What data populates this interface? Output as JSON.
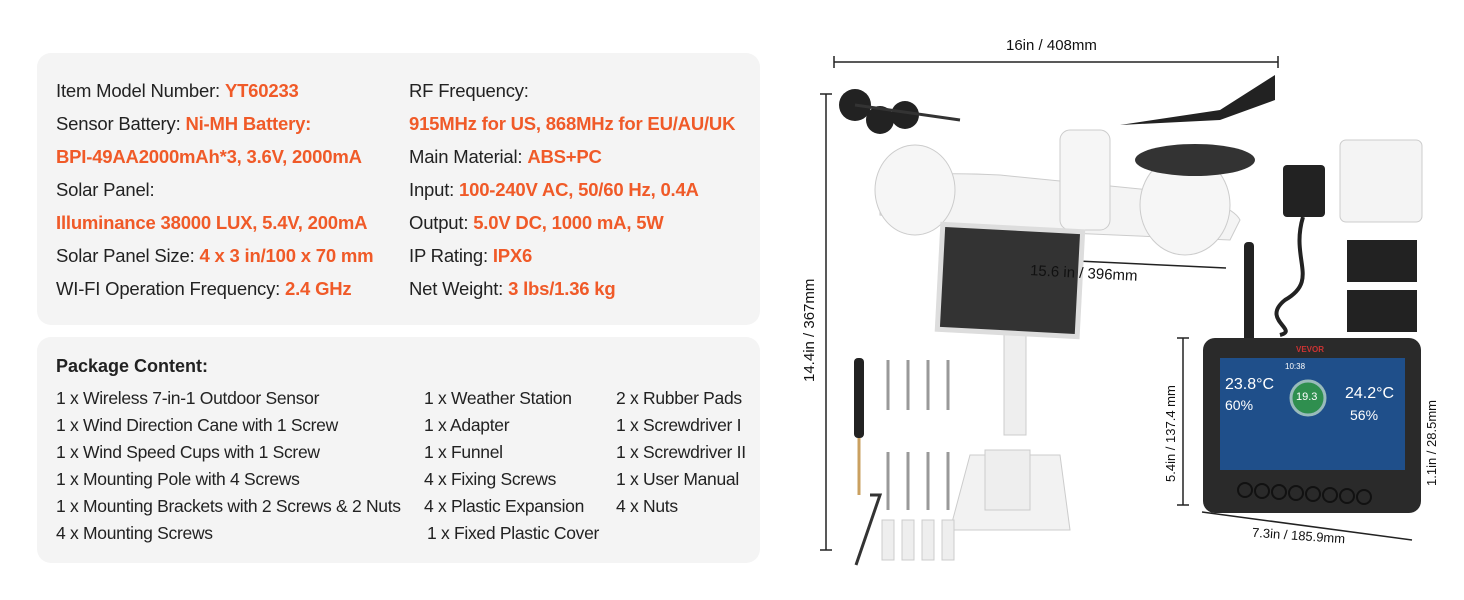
{
  "accent": "#f05a28",
  "specs": {
    "left": [
      {
        "label": "Item Model Number: ",
        "value": "YT60233"
      },
      {
        "label": "Sensor Battery: ",
        "value": "Ni-MH Battery:"
      },
      {
        "label": "",
        "value": "BPI-49AA2000mAh*3, 3.6V, 2000mA"
      },
      {
        "label": "Solar Panel:",
        "value": ""
      },
      {
        "label": "",
        "value": "Illuminance 38000 LUX, 5.4V, 200mA"
      },
      {
        "label": "Solar Panel Size: ",
        "value": "4 x 3 in/100 x 70 mm"
      },
      {
        "label": "WI-FI Operation Frequency: ",
        "value": "2.4 GHz"
      }
    ],
    "right": [
      {
        "label": "RF Frequency:",
        "value": ""
      },
      {
        "label": "",
        "value": "915MHz for US, 868MHz for EU/AU/UK"
      },
      {
        "label": "Main Material: ",
        "value": "ABS+PC"
      },
      {
        "label": "Input: ",
        "value": "100-240V AC, 50/60 Hz, 0.4A"
      },
      {
        "label": "Output: ",
        "value": "5.0V DC, 1000 mA, 5W"
      },
      {
        "label": "IP Rating: ",
        "value": "IPX6"
      },
      {
        "label": "Net Weight: ",
        "value": "3 lbs/1.36 kg"
      }
    ]
  },
  "package": {
    "title": "Package Content:",
    "col1": [
      "1 x Wireless 7-in-1 Outdoor Sensor",
      "1 x Wind Direction Cane with 1 Screw",
      "1 x Wind Speed Cups with 1 Screw",
      "1 x Mounting Pole with 4 Screws",
      "1 x Mounting Brackets with 2 Screws & 2 Nuts",
      "4 x Mounting Screws"
    ],
    "col2": [
      "1 x Weather Station",
      "1 x Adapter",
      "1 x Funnel",
      "4 x Fixing Screws",
      "4 x Plastic Expansion",
      "1 x Fixed Plastic Cover"
    ],
    "col3": [
      "2 x Rubber Pads",
      "1 x Screwdriver I",
      "1 x Screwdriver II",
      "1 x User Manual",
      "4 x Nuts"
    ]
  },
  "dimensions": {
    "sensor_width": "16in / 408mm",
    "sensor_height": "14.4in / 367mm",
    "sensor_arm": "15.6 in / 396mm",
    "display_height": "5.4in / 137.4 mm",
    "display_width": "7.3in / 185.9mm",
    "display_depth": "1.1in / 28.5mm"
  },
  "display": {
    "brand": "VEVOR",
    "outdoor_temp": "23.8°C",
    "outdoor_hum": "60%",
    "indoor_temp": "24.2°C",
    "indoor_hum": "56%",
    "wind": "19.3",
    "time": "10:38"
  }
}
